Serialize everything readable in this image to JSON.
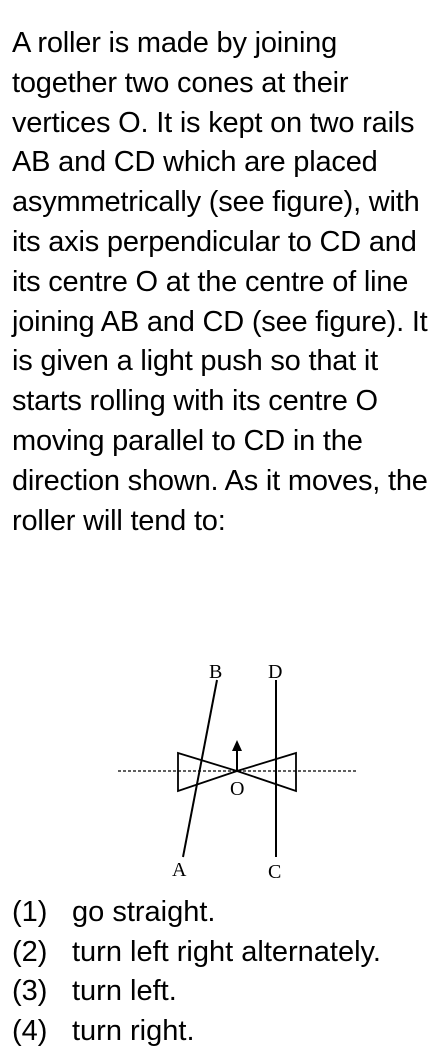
{
  "question": {
    "text": "A roller is made by joining together two cones at their vertices O. It is kept on two rails AB and CD which are placed asymmetrically (see figure), with its axis perpendicular to CD and its centre O at the centre of line joining AB and CD (see figure). It is given a light push so that it starts rolling with its centre O moving parallel to CD in the direction shown. As it moves, the roller will tend to:"
  },
  "figure": {
    "labels": {
      "a": "A",
      "b": "B",
      "c": "C",
      "d": "D",
      "o": "O"
    }
  },
  "options": [
    {
      "num": "(1)",
      "text": "go straight."
    },
    {
      "num": "(2)",
      "text": "turn left right alternately."
    },
    {
      "num": "(3)",
      "text": "turn left."
    },
    {
      "num": "(4)",
      "text": "turn right."
    }
  ]
}
